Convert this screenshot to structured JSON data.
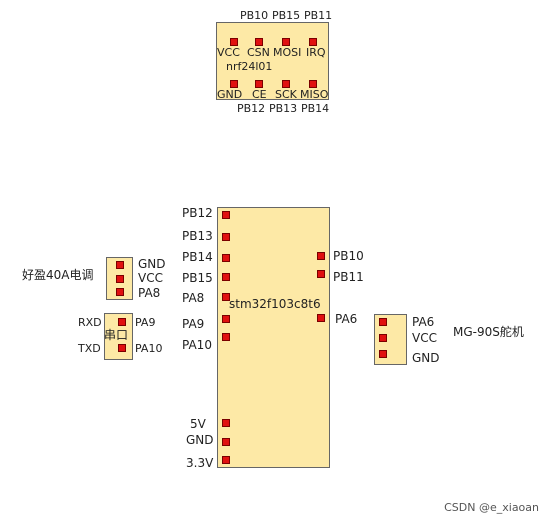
{
  "nrf": {
    "top_labels": [
      "PB10",
      "PB15",
      "PB11"
    ],
    "row1": [
      "VCC",
      "CSN",
      "MOSI",
      "IRQ"
    ],
    "name": "nrf24l01",
    "row2": [
      "GND",
      "CE",
      "SCK",
      "MISO"
    ],
    "bottom_labels": [
      "PB12",
      "PB13",
      "PB14"
    ]
  },
  "mcu": {
    "name": "stm32f103c8t6",
    "left_pins": [
      "PB12",
      "PB13",
      "PB14",
      "PB15",
      "PA8",
      "PA9",
      "PA10",
      "5V",
      "GND",
      "3.3V"
    ],
    "right_pins": [
      "PB10",
      "PB11",
      "PA6"
    ]
  },
  "esc": {
    "title": "好盈40A电调",
    "pins": [
      "GND",
      "VCC",
      "PA8"
    ]
  },
  "uart": {
    "name": "串口",
    "left_labels": [
      "RXD",
      "TXD"
    ],
    "right_labels": [
      "PA9",
      "PA10"
    ]
  },
  "servo": {
    "title": "MG-90S舵机",
    "pins": [
      "PA6",
      "VCC",
      "GND"
    ]
  },
  "watermark": "CSDN @e_xiaoan",
  "colors": {
    "box_fill": "#fde9a6",
    "pin": "#e01010"
  }
}
